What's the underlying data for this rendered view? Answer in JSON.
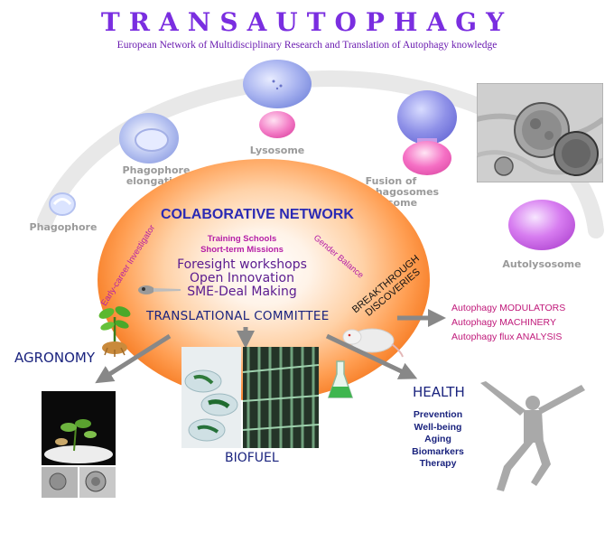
{
  "header": {
    "title": "TRANSAUTOPHAGY",
    "subtitle": "European Network of Multidisciplinary Research and Translation of Autophagy knowledge"
  },
  "cycle": {
    "lysosome": "Lysosome",
    "phagophore_elongation": "Phagophore\nelongation",
    "phagophore": "Phagophore",
    "fusion": "Fusion of\nautophagosomes\nlysosome",
    "autolysosome": "Autolysosome"
  },
  "network": {
    "title": "COLABORATIVE NETWORK",
    "training": "Training Schools",
    "short_term": "Short-term Missions",
    "foresight": "Foresight workshops",
    "open_innovation": "Open Innovation",
    "sme": "SME-Deal Making",
    "early_career": "Early-career Investigator",
    "gender": "Gender Balance",
    "breakthrough": "BREAKTHROUGH\nDISCOVERIES",
    "translational": "TRANSLATIONAL COMMITTEE"
  },
  "outputs": {
    "modulators": "Autophagy MODULATORS",
    "machinery": "Autophagy MACHINERY",
    "flux": "Autophagy flux ANALYSIS"
  },
  "areas": {
    "agronomy": "AGRONOMY",
    "biofuel": "BIOFUEL",
    "health": "HEALTH",
    "health_items": [
      "Prevention",
      "Well-being",
      "Aging",
      "Biomarkers",
      "Therapy"
    ]
  },
  "colors": {
    "title": "#7a2ee0",
    "navy": "#1a237e",
    "magenta": "#c0197a",
    "orange": "#f26d10"
  }
}
